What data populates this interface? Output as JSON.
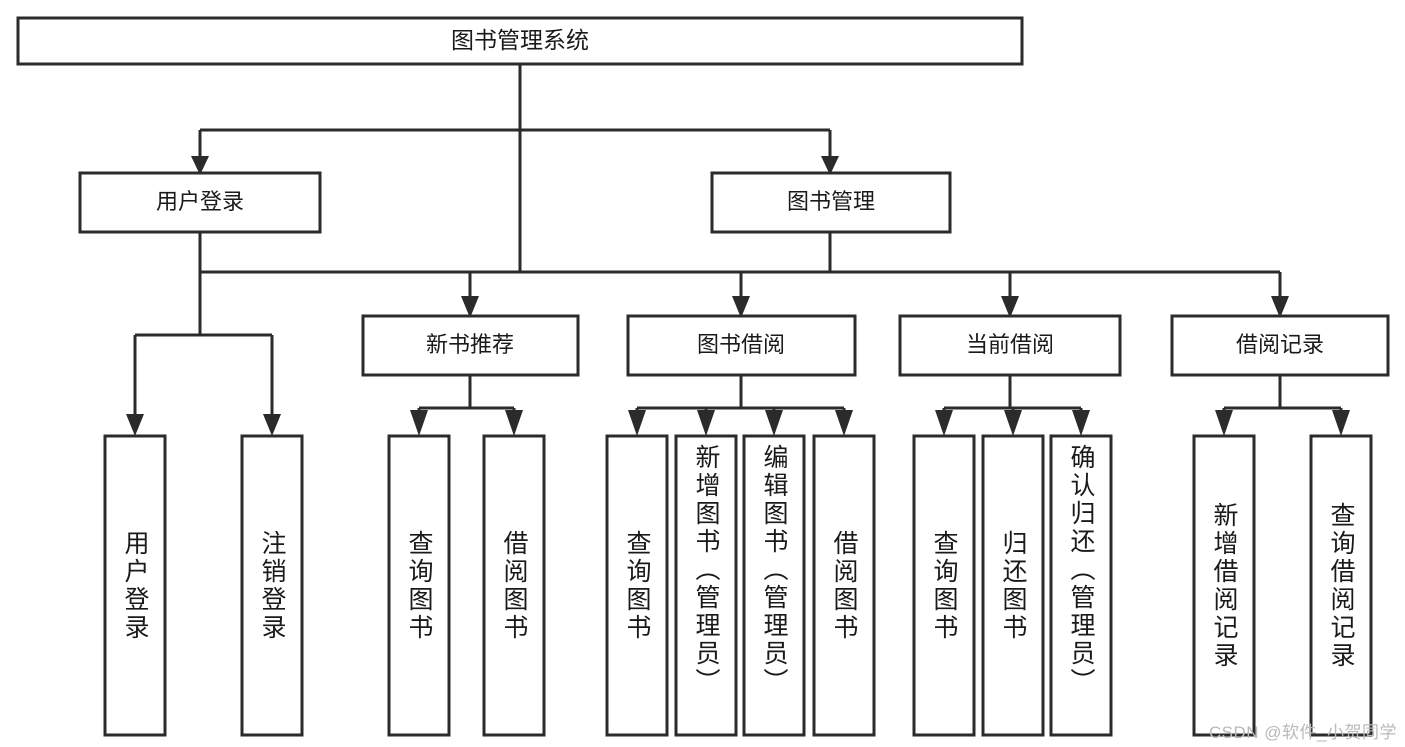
{
  "diagram": {
    "title": "图书管理系统",
    "type": "tree-hierarchy-diagram",
    "watermark": "CSDN @软件_小贺同学",
    "colors": {
      "stroke": "#2b2b2b",
      "box_fill": "#ffffff",
      "text": "#1a1a1a",
      "background": "#ffffff",
      "watermark": "#b9b9b9"
    },
    "root": {
      "label": "图书管理系统"
    },
    "level1": [
      {
        "label": "用户登录"
      },
      {
        "label": "图书管理"
      }
    ],
    "level2": [
      {
        "label": "新书推荐"
      },
      {
        "label": "图书借阅"
      },
      {
        "label": "当前借阅"
      },
      {
        "label": "借阅记录"
      }
    ],
    "leaves": {
      "user_login": [
        {
          "label": "用户登录"
        },
        {
          "label": "注销登录"
        }
      ],
      "new_book_recommend": [
        {
          "label": "查询图书"
        },
        {
          "label": "借阅图书"
        }
      ],
      "book_borrow": [
        {
          "label": "查询图书"
        },
        {
          "label": "新增图书（管理员）"
        },
        {
          "label": "编辑图书（管理员）"
        },
        {
          "label": "借阅图书"
        }
      ],
      "current_borrow": [
        {
          "label": "查询图书"
        },
        {
          "label": "归还图书"
        },
        {
          "label": "确认归还（管理员）"
        }
      ],
      "borrow_record": [
        {
          "label": "新增借阅记录"
        },
        {
          "label": "查询借阅记录"
        }
      ]
    }
  }
}
